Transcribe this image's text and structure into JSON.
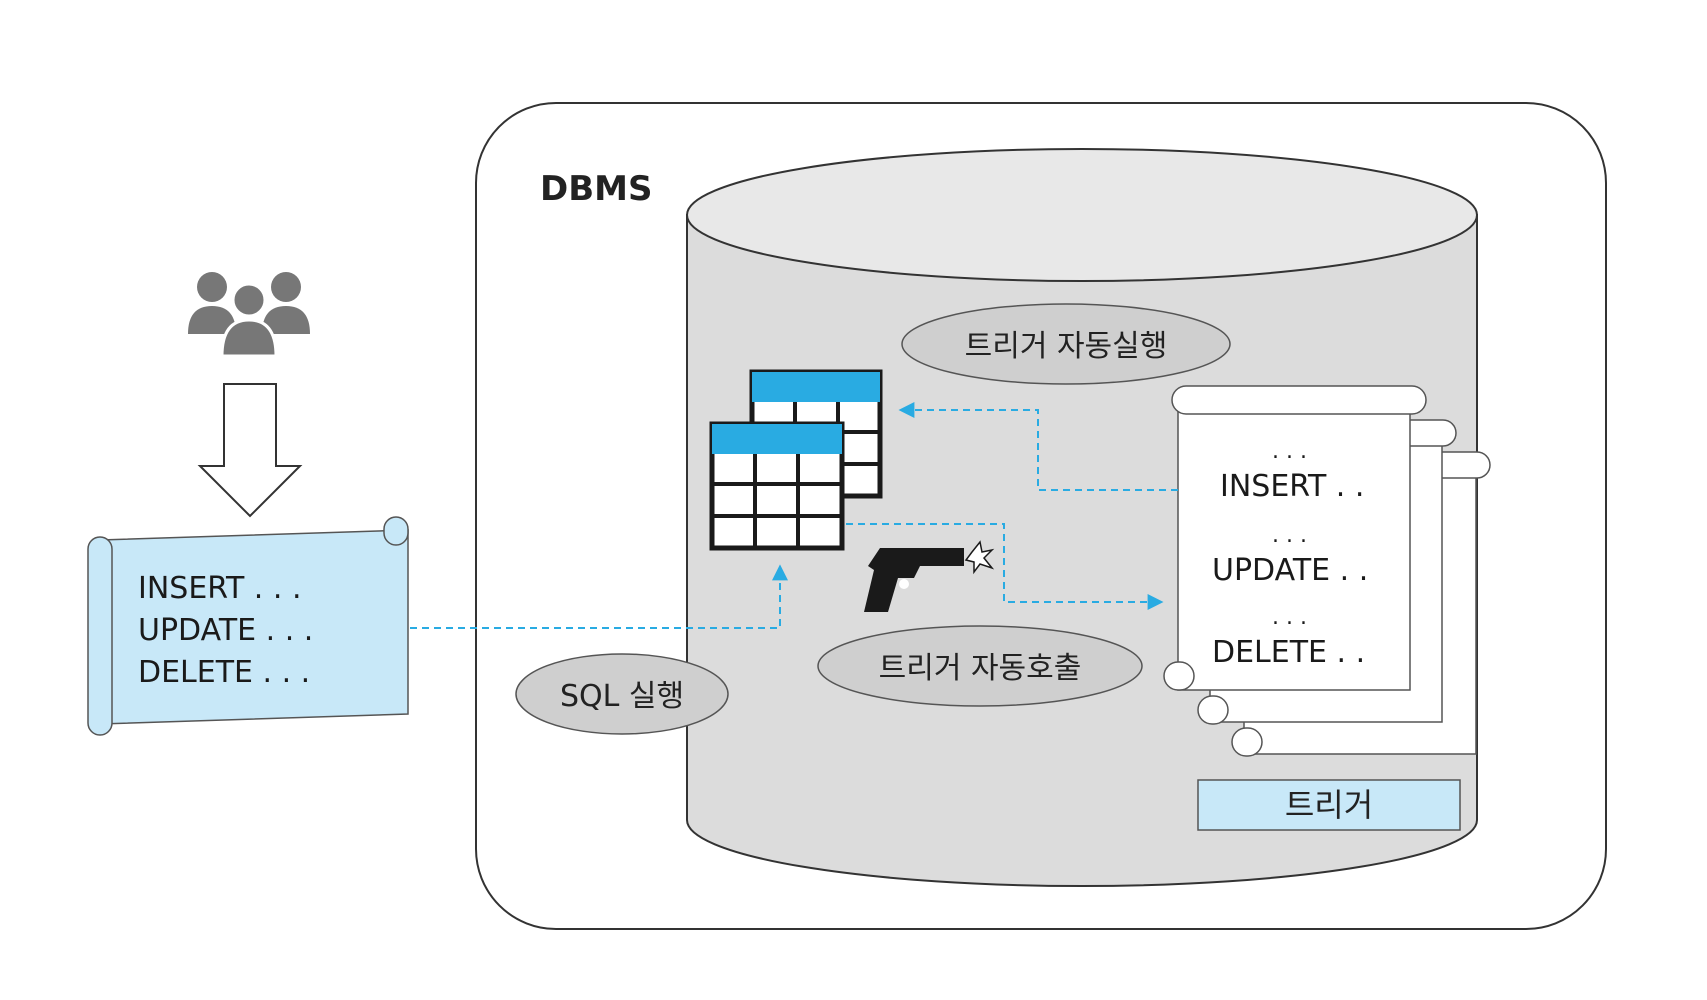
{
  "title": "DBMS",
  "client_script": {
    "lines": [
      "INSERT . . .",
      "UPDATE . . .",
      "DELETE . . ."
    ]
  },
  "labels": {
    "sql_exec": "SQL 실행",
    "trigger_auto_call": "트리거 자동호출",
    "trigger_auto_exec": "트리거 자동실행",
    "trigger_box": "트리거"
  },
  "trigger_script": {
    "dots": ". . .",
    "insert": "INSERT . .",
    "update": "UPDATE . .",
    "delete": "DELETE . ."
  },
  "icons": [
    "users-icon",
    "down-arrow-icon",
    "table-icon",
    "gun-icon",
    "scroll-icon"
  ],
  "colors": {
    "accent": "#29abe2",
    "scroll_fill": "#c8e8f8",
    "cylinder_fill": "#dcdcdc",
    "ellipse_fill": "#cfcfcf",
    "trigger_box_fill": "#c8e8f8",
    "icon_gray": "#777777"
  }
}
